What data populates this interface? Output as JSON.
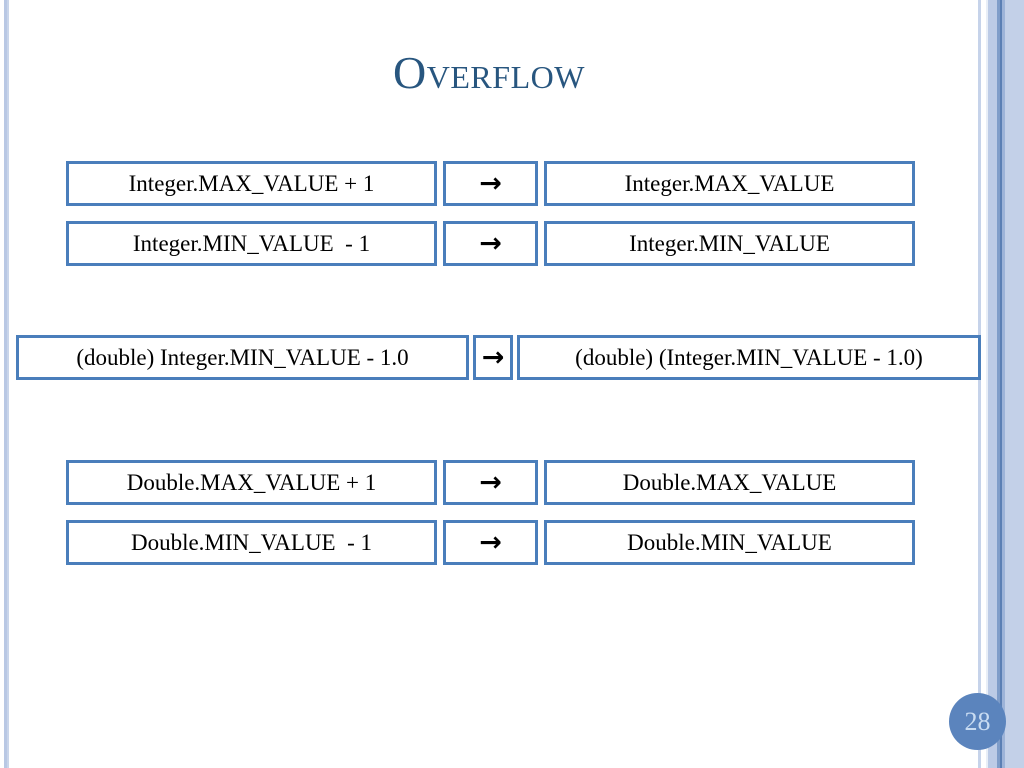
{
  "slide": {
    "title": "Overflow",
    "page_number": "28",
    "accent_color": "#4a7ebb",
    "title_color": "#28567f",
    "badge_color": "#5b84bd",
    "badge_text_color": "#c9dcf2",
    "background_color": "#ffffff"
  },
  "arrow_glyph": "→",
  "groups": [
    {
      "id": "integer-group",
      "rows": [
        {
          "left": "Integer.MAX_VALUE + 1",
          "arrow": "→",
          "right": "Integer.MAX_VALUE"
        },
        {
          "left": "Integer.MIN_VALUE  - 1",
          "arrow": "→",
          "right": "Integer.MIN_VALUE"
        }
      ]
    },
    {
      "id": "double-cast-group",
      "rows": [
        {
          "left": "(double) Integer.MIN_VALUE - 1.0",
          "arrow": "→",
          "right": "(double) (Integer.MIN_VALUE - 1.0)"
        }
      ]
    },
    {
      "id": "double-group",
      "rows": [
        {
          "left": "Double.MAX_VALUE + 1",
          "arrow": "→",
          "right": "Double.MAX_VALUE"
        },
        {
          "left": "Double.MIN_VALUE  - 1",
          "arrow": "→",
          "right": "Double.MIN_VALUE"
        }
      ]
    }
  ]
}
